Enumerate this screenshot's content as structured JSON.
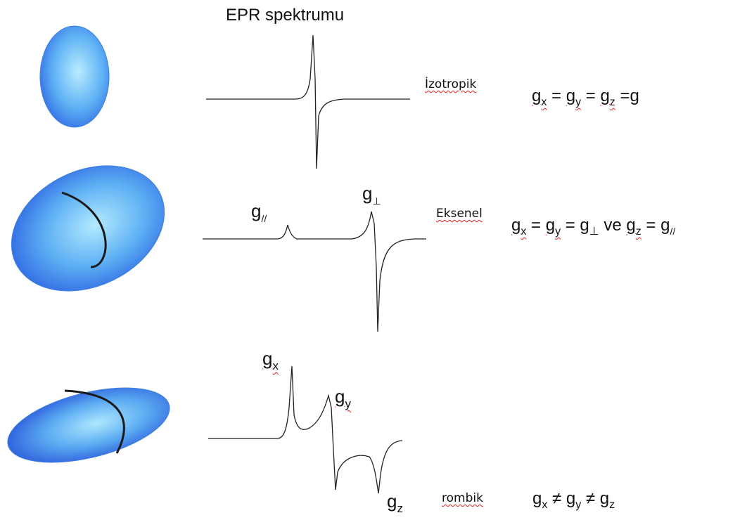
{
  "title": "EPR spektrumu",
  "rows": [
    {
      "type_label": "İzotropik",
      "equation": {
        "t1": "g",
        "s1": "x",
        "t2": " = ",
        "t3": "g",
        "s2": "y",
        "t4": " = ",
        "t5": "g",
        "s3": "z",
        "t6": " =g"
      }
    },
    {
      "type_label": "Eksenel",
      "peak_parallel": {
        "base": "g",
        "sub": "//"
      },
      "peak_perp": {
        "base": "g",
        "sub": "⊥"
      },
      "equation": {
        "t1": "g",
        "s1": "x",
        "t2": " = ",
        "t3": "g",
        "s2": "y",
        "t4": " = g",
        "s3": "⊥",
        "t5": " ve  ",
        "t6": "g",
        "s4": "z",
        "t7": " = g",
        "s5": "//"
      }
    },
    {
      "type_label": "rombik",
      "peak_x": {
        "base": "g",
        "sub": "x"
      },
      "peak_y": {
        "base": "g",
        "sub": "y"
      },
      "peak_z": {
        "base": "g",
        "sub": "z"
      },
      "equation": {
        "t1": "g",
        "s1": "x",
        "t2": " ≠ g",
        "s2": "y",
        "t3": " ≠ g",
        "s3": "z"
      }
    }
  ],
  "colors": {
    "ellipsoid_light": "#a9e3ff",
    "ellipsoid_mid": "#4f9ef2",
    "ellipsoid_dark": "#1b49d6",
    "trace": "#222222",
    "spell_underline": "#dd2222"
  }
}
